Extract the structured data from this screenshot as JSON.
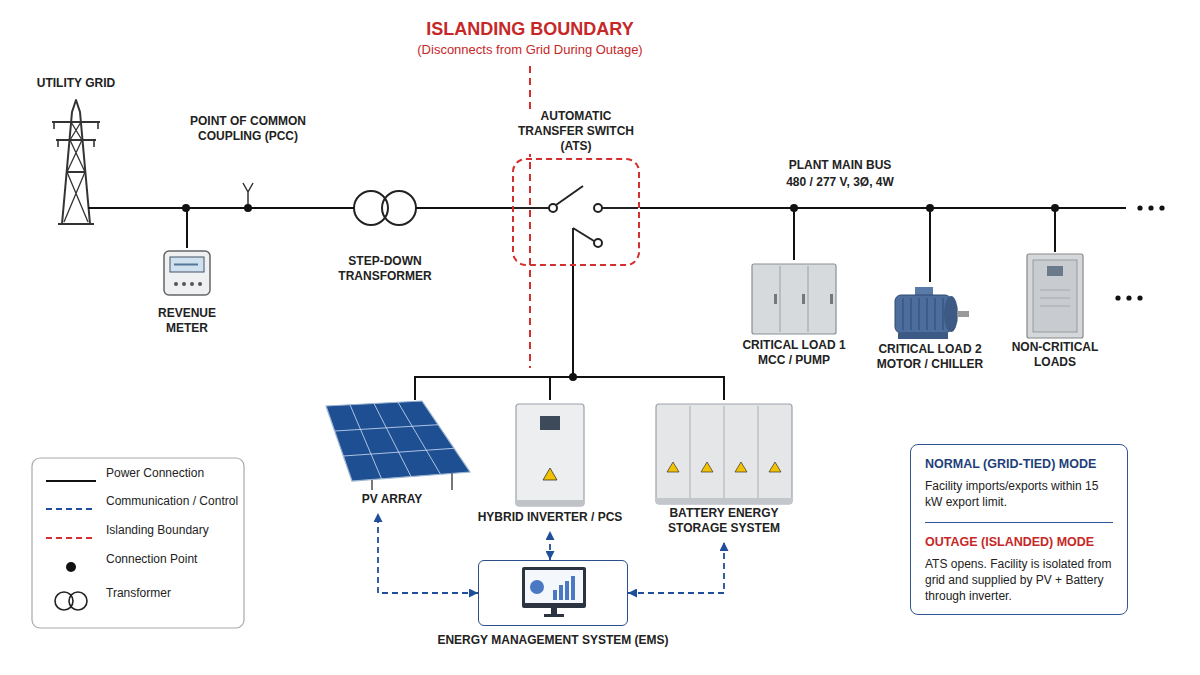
{
  "diagram": {
    "title": "ISLANDING BOUNDARY",
    "nodes": [
      {
        "text": [
          "UTILITY GRID"
        ]
      },
      {
        "text": [
          "REVENUE METER"
        ]
      },
      {
        "text": [
          "STEP-DOWN TRANSFORMER"
        ]
      },
      {
        "text": [
          "AUTOMATIC TRANSFER SWITCH (ATS)"
        ]
      },
      {
        "text": [
          "CRITICAL LOAD 1",
          "MCC / PUMP"
        ]
      },
      {
        "text": [
          "CRITICAL LOAD 2",
          "MOTOR / CHILLER"
        ]
      },
      {
        "text": [
          "NON-CRITICAL LOADS"
        ]
      },
      {
        "text": [
          "PV ARRAY"
        ]
      },
      {
        "text": [
          "HYBRID INVERTER / PCS"
        ]
      },
      {
        "text": [
          "BATTERY ENERGY STORAGE SYSTEM"
        ]
      },
      {
        "text": [
          "ENERGY MANAGEMENT SYSTEM (EMS)"
        ]
      },
      {
        "text": [
          "NORMAL (GRID-TIED) MODE",
          "Facility imports/exports within 15 kW export limit.",
          "OUTAGE (ISLANDED) MODE",
          "ATS opens. Facility is isolated from grid and supplied by PV + Battery through inverter."
        ]
      }
    ],
    "edges": [
      {
        "from": 0,
        "to": 1,
        "arrow": "none"
      },
      {
        "from": 0,
        "to": 2,
        "arrow": "none"
      },
      {
        "from": 2,
        "to": 3,
        "arrow": "none"
      },
      {
        "from": 3,
        "to": 4,
        "arrow": "none"
      },
      {
        "from": 3,
        "to": 5,
        "arrow": "none"
      },
      {
        "from": 3,
        "to": 6,
        "arrow": "none"
      },
      {
        "from": 3,
        "to": 7,
        "arrow": "none"
      },
      {
        "from": 3,
        "to": 8,
        "arrow": "none"
      },
      {
        "from": 3,
        "to": 9,
        "arrow": "none"
      },
      {
        "from": 10,
        "to": 7,
        "arrow": "both"
      },
      {
        "from": 10,
        "to": 8,
        "arrow": "both"
      },
      {
        "from": 10,
        "to": 9,
        "arrow": "both"
      }
    ],
    "labels": [
      "(Disconnects from Grid During Outage)",
      "POINT OF COMMON COUPLING (PCC)",
      "PLANT MAIN BUS",
      "480 / 277 V, 3Ø, 4W"
    ],
    "legend": [
      {
        "text": "Power Connection"
      },
      {
        "text": "Communication / Control"
      },
      {
        "text": "Islanding Boundary"
      },
      {
        "text": "Connection Point"
      },
      {
        "text": "Transformer"
      }
    ]
  }
}
